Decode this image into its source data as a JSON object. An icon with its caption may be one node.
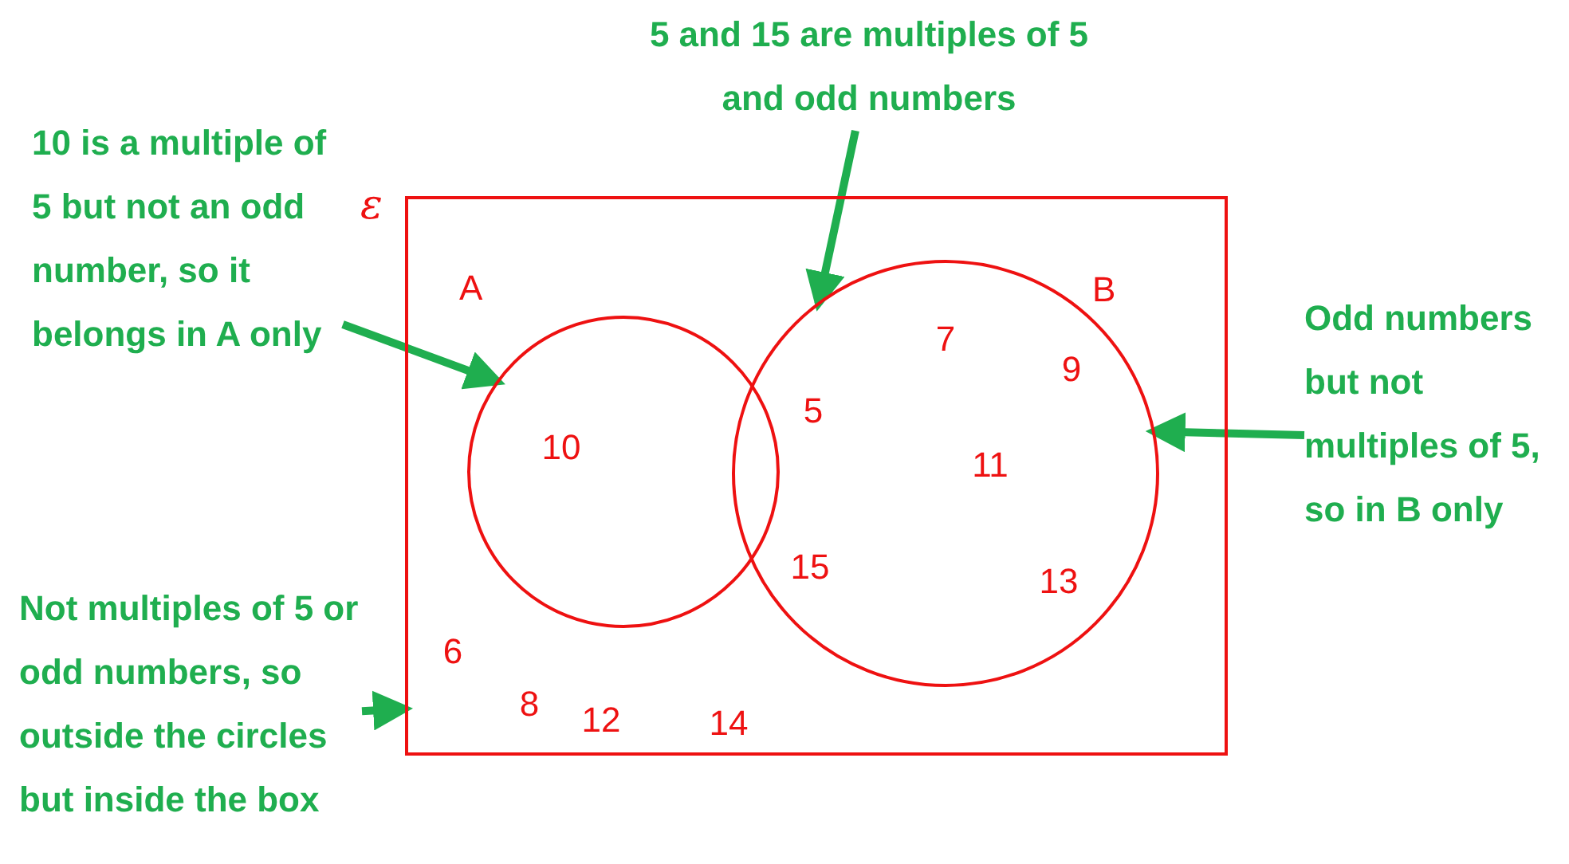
{
  "diagram": {
    "nodes": [
      {
        "text": [
          "ε"
        ]
      },
      {
        "text": [
          "A"
        ],
        "in": 0
      },
      {
        "text": [
          "B"
        ],
        "in": 0
      },
      {
        "text": [
          "10 is a multiple of 5 but not an odd number, so it belongs in A only"
        ]
      },
      {
        "text": [
          "5 and 15 are multiples of 5 and odd numbers"
        ]
      },
      {
        "text": [
          "Odd numbers but not multiples of 5, so in B only"
        ]
      },
      {
        "text": [
          "Not multiples of 5 or odd numbers, so outside the circles but inside the box"
        ]
      }
    ],
    "edges": [
      {
        "from": 3,
        "to": 1,
        "arrow": "to"
      },
      {
        "from": 4,
        "to": 2,
        "arrow": "to"
      },
      {
        "from": 5,
        "to": 2,
        "arrow": "to"
      },
      {
        "from": 6,
        "to": 0,
        "arrow": "to"
      }
    ],
    "labels": [
      "10",
      "5",
      "15",
      "7",
      "9",
      "11",
      "13",
      "6",
      "8",
      "12",
      "14"
    ]
  }
}
